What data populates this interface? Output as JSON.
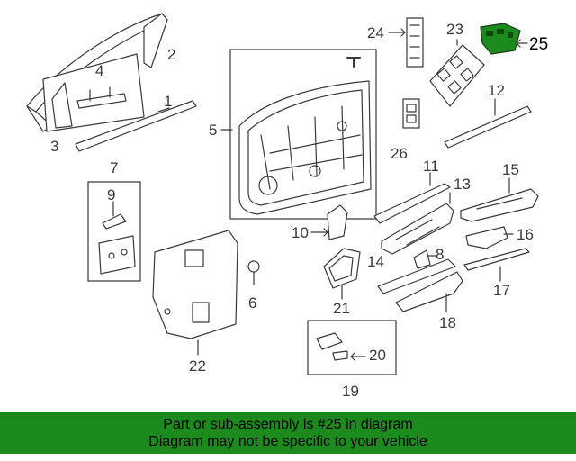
{
  "diagram": {
    "callouts": [
      {
        "id": "c1",
        "text": "1"
      },
      {
        "id": "c2",
        "text": "2"
      },
      {
        "id": "c3",
        "text": "3"
      },
      {
        "id": "c4",
        "text": "4"
      },
      {
        "id": "c5",
        "text": "5"
      },
      {
        "id": "c6",
        "text": "6"
      },
      {
        "id": "c7",
        "text": "7"
      },
      {
        "id": "c8",
        "text": "8"
      },
      {
        "id": "c9",
        "text": "9"
      },
      {
        "id": "c10",
        "text": "10"
      },
      {
        "id": "c11",
        "text": "11"
      },
      {
        "id": "c12",
        "text": "12"
      },
      {
        "id": "c13",
        "text": "13"
      },
      {
        "id": "c14",
        "text": "14"
      },
      {
        "id": "c15",
        "text": "15"
      },
      {
        "id": "c16",
        "text": "16"
      },
      {
        "id": "c17",
        "text": "17"
      },
      {
        "id": "c18",
        "text": "18"
      },
      {
        "id": "c19",
        "text": "19"
      },
      {
        "id": "c20",
        "text": "20"
      },
      {
        "id": "c21",
        "text": "21"
      },
      {
        "id": "c22",
        "text": "22"
      },
      {
        "id": "c23",
        "text": "23"
      },
      {
        "id": "c24",
        "text": "24"
      },
      {
        "id": "c25",
        "text": "25"
      },
      {
        "id": "c26",
        "text": "26"
      }
    ],
    "highlighted_part": "25",
    "highlight_color": "#1c8a1c",
    "line_color": "#3a3a3a"
  },
  "banner": {
    "line1": "Part or sub-assembly is #25 in diagram",
    "line2": "Diagram may not be specific to your vehicle",
    "color": "#1c8a1c"
  }
}
